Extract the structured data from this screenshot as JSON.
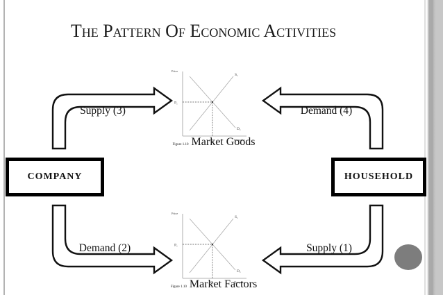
{
  "slide": {
    "title": "The Pattern Of Economic Activities"
  },
  "entities": {
    "company": "COMPANY",
    "household": "HOUSEHOLD"
  },
  "flows": {
    "supply_goods": "Supply (3)",
    "demand_goods": "Demand (4)",
    "demand_factors": "Demand (2)",
    "supply_factors": "Supply (1)"
  },
  "charts": [
    {
      "type": "supply-demand",
      "figure_label": "Figure 1.10",
      "caption": "Market Goods",
      "y_axis_label": "Price",
      "x_axis_label": "Quantity",
      "price_tick": "P₁",
      "quantity_tick": "Q₁",
      "supply_curve_label": "S₁",
      "demand_curve_label": "D₁"
    },
    {
      "type": "supply-demand",
      "figure_label": "Figure 1.10",
      "caption": "Market Factors",
      "y_axis_label": "Price",
      "x_axis_label": "Quantity",
      "price_tick": "P₁",
      "quantity_tick": "Q₁",
      "supply_curve_label": "S₁",
      "demand_curve_label": "D₁"
    }
  ],
  "colors": {
    "border_black": "#000000",
    "curve_gray": "#ababab",
    "circle_gray": "#7d7d7d",
    "edge_stripe_gray": "#a8a8a8",
    "text_color": "#1b1b1b"
  }
}
